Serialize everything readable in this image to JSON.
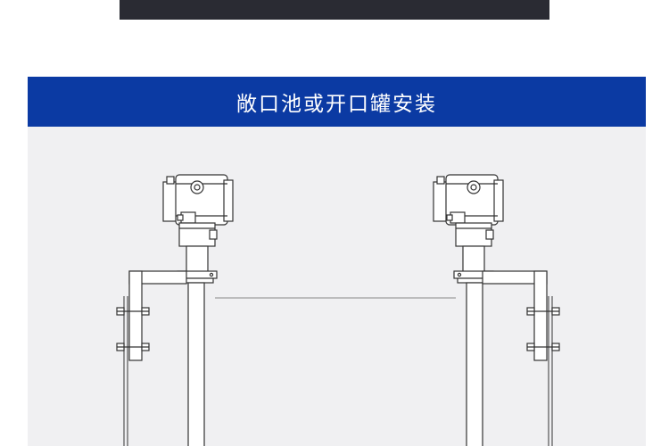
{
  "top_banner": {
    "text": "",
    "bg_color": "#2a2b33"
  },
  "section": {
    "title": "敞口池或开口罐安装",
    "bar_color": "#0b3aa3",
    "panel_color": "#f0f0f2"
  },
  "diagram": {
    "transmitters": [
      {
        "name": "left-transmitter"
      },
      {
        "name": "right-transmitter"
      }
    ],
    "line_color": "#333333"
  }
}
